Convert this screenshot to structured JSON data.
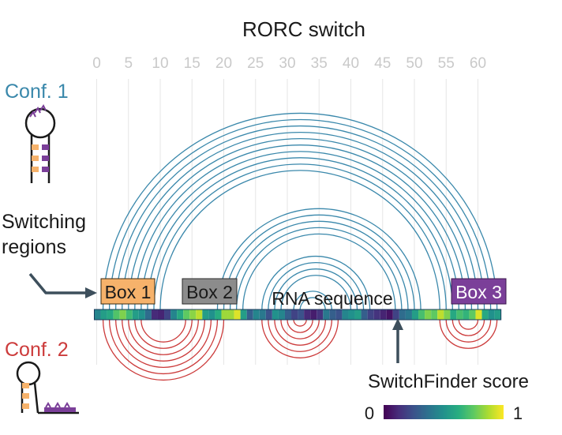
{
  "title": "RORC switch",
  "axis_ticks": [
    "0",
    "5",
    "10",
    "15",
    "20",
    "25",
    "30",
    "35",
    "40",
    "45",
    "50",
    "55",
    "60"
  ],
  "conf1_label": "Conf. 1",
  "conf2_label": "Conf. 2",
  "switching_label_line1": "Switching",
  "switching_label_line2": "regions",
  "boxes": [
    {
      "label": "Box 1",
      "fill": "#f6b26b",
      "text_color": "#1a1a1a"
    },
    {
      "label": "Box 2",
      "fill": "#8c8c8c",
      "text_color": "#1a1a1a"
    },
    {
      "label": "Box 3",
      "fill": "#7b3f99",
      "text_color": "#ffffff"
    }
  ],
  "sequence_label": "RNA sequence",
  "score_label": "SwitchFinder score",
  "colorbar": {
    "min_label": "0",
    "max_label": "1"
  },
  "colors": {
    "conf1": "#3a88ab",
    "conf2": "#cc3b3b",
    "grid": "#e6e6e6",
    "tick_text": "#c9c9c9",
    "arrow": "#3d4f5c"
  },
  "viridis": [
    "#440154",
    "#472d7b",
    "#3b528b",
    "#2c728e",
    "#21918c",
    "#28ae80",
    "#5ec962",
    "#addc30",
    "#fde725"
  ],
  "sequence_scores": [
    0.45,
    0.55,
    0.6,
    0.72,
    0.8,
    0.68,
    0.55,
    0.5,
    0.35,
    0.12,
    0.1,
    0.2,
    0.45,
    0.6,
    0.75,
    0.82,
    0.9,
    0.55,
    0.5,
    0.62,
    0.85,
    0.85,
    0.95,
    0.55,
    0.3,
    0.45,
    0.4,
    0.25,
    0.5,
    0.45,
    0.3,
    0.2,
    0.25,
    0.12,
    0.08,
    0.15,
    0.4,
    0.3,
    0.25,
    0.45,
    0.5,
    0.55,
    0.3,
    0.2,
    0.15,
    0.1,
    0.05,
    0.2,
    0.35,
    0.4,
    0.55,
    0.7,
    0.8,
    0.75,
    0.9,
    0.8,
    0.6,
    0.7,
    0.65,
    0.75,
    0.95,
    0.6,
    0.5,
    0.55
  ],
  "conf1_arc_groups": [
    {
      "count": 10,
      "a0": 1,
      "b0": 63
    },
    {
      "count": 5,
      "a0": 19,
      "b0": 51
    },
    {
      "count": 4,
      "a0": 26,
      "b0": 43
    },
    {
      "count": 2,
      "a0": 31,
      "b0": 37
    }
  ],
  "conf2_arc_groups": [
    {
      "count": 7,
      "a0": 1,
      "b0": 20
    },
    {
      "count": 6,
      "a0": 26,
      "b0": 38
    },
    {
      "count": 4,
      "a0": 54,
      "b0": 63
    }
  ]
}
